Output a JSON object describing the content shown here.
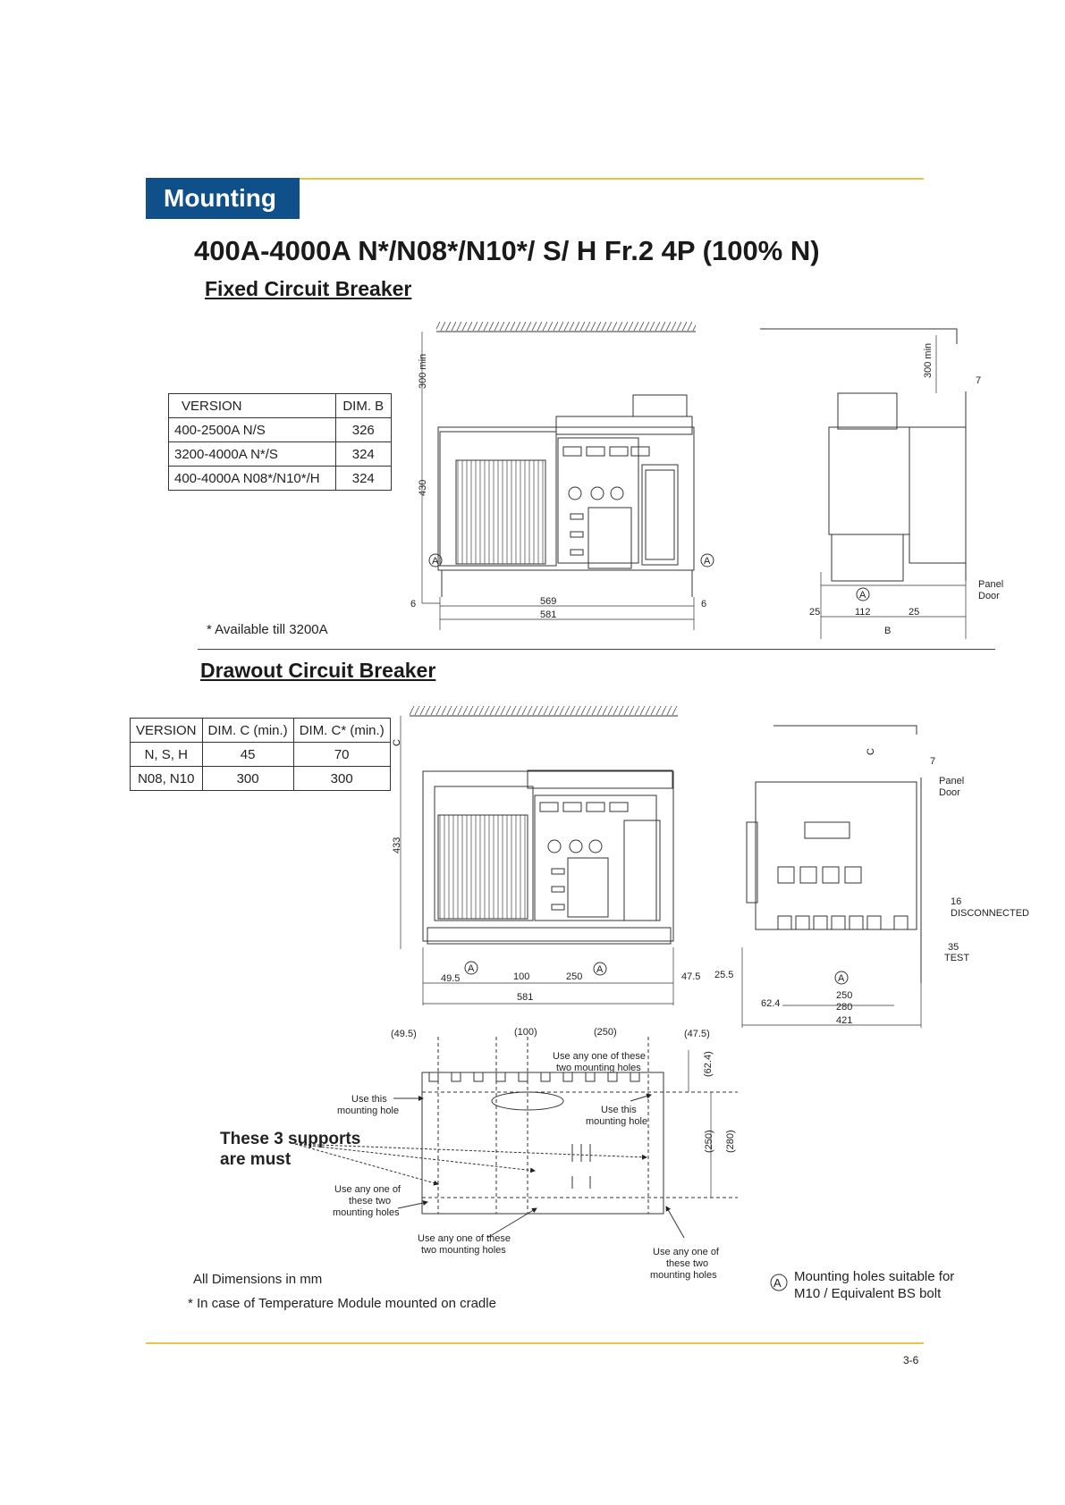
{
  "header": {
    "section_tab": "Mounting",
    "title": "400A-4000A N*/N08*/N10*/ S/ H Fr.2 4P (100% N)"
  },
  "fixed": {
    "heading": "Fixed Circuit Breaker",
    "table": {
      "headers": [
        "VERSION",
        "DIM. B"
      ],
      "rows": [
        [
          "400-2500A N/S",
          "326"
        ],
        [
          "3200-4000A N*/S",
          "324"
        ],
        [
          "400-4000A N08*/N10*/H",
          "324"
        ]
      ]
    },
    "footnote": "*  Available till 3200A",
    "dims": {
      "d300": "300 min",
      "d430": "430",
      "d6l": "6",
      "d6r": "6",
      "d569": "569",
      "d581": "581",
      "s300": "300 min",
      "s7": "7",
      "s25a": "25",
      "s112": "112",
      "s25b": "25",
      "sB": "B",
      "panel": "Panel",
      "door": "Door",
      "A": "A"
    }
  },
  "drawout": {
    "heading": "Drawout Circuit Breaker",
    "table": {
      "headers": [
        "VERSION",
        "DIM. C (min.)",
        "DIM. C* (min.)"
      ],
      "rows": [
        [
          "N, S, H",
          "45",
          "70"
        ],
        [
          "N08, N10",
          "300",
          "300"
        ]
      ]
    },
    "dims": {
      "c": "C",
      "d433": "433",
      "d495": "49.5",
      "d100": "100",
      "d250": "250",
      "d475": "47.5",
      "d581": "581",
      "s_c": "C",
      "s7": "7",
      "panel": "Panel",
      "door": "Door",
      "s16": "16",
      "disc": "DISCONNECTED",
      "s35": "35",
      "test": "TEST",
      "s255": "25.5",
      "s624": "62.4",
      "s250": "250",
      "s280": "280",
      "s421": "421"
    },
    "plan": {
      "p495": "(49.5)",
      "p100": "(100)",
      "p250": "(250)",
      "p475": "(47.5)",
      "p624": "(62.4)",
      "p250v": "(250)",
      "p280v": "(280)",
      "use_any_top_1": "Use any one of these",
      "use_any_top_2": "two mounting  holes",
      "use_this_l_1": "Use this",
      "use_this_l_2": "mounting hole",
      "use_this_r_1": "Use this",
      "use_this_r_2": "mounting hole",
      "supports_1": "These 3 supports",
      "supports_2": "are must",
      "use_any_l_1": "Use any one of",
      "use_any_l_2": "these two",
      "use_any_l_3": "mounting  holes",
      "use_any_b_1": "Use any one of these",
      "use_any_b_2": "two mounting  holes",
      "use_any_r_1": "Use any one of",
      "use_any_r_2": "these two",
      "use_any_r_3": "mounting  holes"
    }
  },
  "footer": {
    "all_dims": "All Dimensions in mm",
    "cradle_note": "* In case of Temperature Module mounted on cradle",
    "legend_symbol": "A",
    "legend_1": "Mounting holes suitable for",
    "legend_2": "M10 / Equivalent BS bolt",
    "page": "3-6"
  }
}
